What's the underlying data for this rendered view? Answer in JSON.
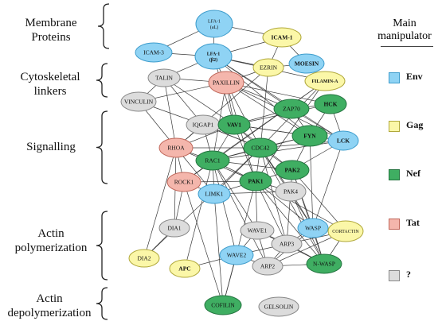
{
  "categories": [
    {
      "id": "membrane",
      "label": "Membrane\nProteins"
    },
    {
      "id": "cytoskeletal",
      "label": "Cytoskeletal\nlinkers"
    },
    {
      "id": "signalling",
      "label": "Signalling"
    },
    {
      "id": "actin_poly",
      "label": "Actin\npolymerization"
    },
    {
      "id": "actin_depoly",
      "label": "Actin\ndepolymerization"
    }
  ],
  "legend": {
    "title": "Main manipulator",
    "items": [
      {
        "id": "env",
        "label": "Env",
        "color": "#8fd3f4",
        "border": "#3d9ccc"
      },
      {
        "id": "gag",
        "label": "Gag",
        "color": "#fbf7a8",
        "border": "#b0a83a"
      },
      {
        "id": "nef",
        "label": "Nef",
        "color": "#3fae62",
        "border": "#23733f"
      },
      {
        "id": "tat",
        "label": "Tat",
        "color": "#f4b6ac",
        "border": "#c0675a"
      },
      {
        "id": "unknown",
        "label": "?",
        "color": "#dcdcdc",
        "border": "#888888"
      }
    ]
  },
  "nodes": [
    {
      "id": "LFA1aL",
      "label": "LFA-1\n(aL)",
      "type": "env",
      "bold": false
    },
    {
      "id": "ICAM1",
      "label": "ICAM-1",
      "type": "gag",
      "bold": true
    },
    {
      "id": "ICAM3",
      "label": "ICAM-3",
      "type": "env",
      "bold": false
    },
    {
      "id": "LFA1b2",
      "label": "LFA-1\n(β2)",
      "type": "env",
      "bold": true
    },
    {
      "id": "EZRIN",
      "label": "EZRIN",
      "type": "gag",
      "bold": false
    },
    {
      "id": "MOESIN",
      "label": "MOESIN",
      "type": "env",
      "bold": true
    },
    {
      "id": "TALIN",
      "label": "TALIN",
      "type": "unknown",
      "bold": false
    },
    {
      "id": "PAXILLIN",
      "label": "PAXILLIN",
      "type": "tat",
      "bold": false
    },
    {
      "id": "FILAMINA",
      "label": "FILAMIN-A",
      "type": "gag",
      "bold": true
    },
    {
      "id": "VINCULIN",
      "label": "VINCULIN",
      "type": "unknown",
      "bold": false
    },
    {
      "id": "ZAP70",
      "label": "ZAP70",
      "type": "nef",
      "bold": false
    },
    {
      "id": "HCK",
      "label": "HCK",
      "type": "nef",
      "bold": true
    },
    {
      "id": "IQGAP1",
      "label": "IQGAP1",
      "type": "unknown",
      "bold": false
    },
    {
      "id": "VAV1",
      "label": "VAV1",
      "type": "nef",
      "bold": true
    },
    {
      "id": "FYN",
      "label": "FYN",
      "type": "nef",
      "bold": true
    },
    {
      "id": "LCK",
      "label": "LCK",
      "type": "env",
      "bold": true
    },
    {
      "id": "RHOA",
      "label": "RHOA",
      "type": "tat",
      "bold": false
    },
    {
      "id": "CDC42",
      "label": "CDC42",
      "type": "nef",
      "bold": false
    },
    {
      "id": "RAC1",
      "label": "RAC1",
      "type": "nef",
      "bold": false
    },
    {
      "id": "PAK2",
      "label": "PAK2",
      "type": "nef",
      "bold": true
    },
    {
      "id": "ROCK1",
      "label": "ROCK1",
      "type": "tat",
      "bold": false
    },
    {
      "id": "PAK1",
      "label": "PAK1",
      "type": "nef",
      "bold": true
    },
    {
      "id": "LIMK1",
      "label": "LIMK1",
      "type": "env",
      "bold": false
    },
    {
      "id": "PAK4",
      "label": "PAK4",
      "type": "unknown",
      "bold": false
    },
    {
      "id": "DIA1",
      "label": "DIA1",
      "type": "unknown",
      "bold": false
    },
    {
      "id": "WAVE1",
      "label": "WAVE1",
      "type": "unknown",
      "bold": false
    },
    {
      "id": "WASP",
      "label": "WASP",
      "type": "env",
      "bold": false
    },
    {
      "id": "CORTACTIN",
      "label": "CORTACTIN",
      "type": "gag",
      "bold": false
    },
    {
      "id": "ARP3",
      "label": "ARP3",
      "type": "unknown",
      "bold": false
    },
    {
      "id": "DIA2",
      "label": "DIA2",
      "type": "gag",
      "bold": false
    },
    {
      "id": "APC",
      "label": "APC",
      "type": "gag",
      "bold": true
    },
    {
      "id": "WAVE2",
      "label": "WAVE2",
      "type": "env",
      "bold": false
    },
    {
      "id": "ARP2",
      "label": "ARP2",
      "type": "unknown",
      "bold": false
    },
    {
      "id": "NWASP",
      "label": "N-WASP",
      "type": "nef",
      "bold": false
    },
    {
      "id": "COFILIN",
      "label": "COFILIN",
      "type": "nef",
      "bold": false
    },
    {
      "id": "GELSOLIN",
      "label": "GELSOLIN",
      "type": "unknown",
      "bold": false
    }
  ],
  "edges": [
    [
      "LFA1aL",
      "ICAM1"
    ],
    [
      "LFA1aL",
      "ICAM3"
    ],
    [
      "LFA1aL",
      "LFA1b2"
    ],
    [
      "ICAM3",
      "LFA1b2"
    ],
    [
      "ICAM1",
      "LFA1b2"
    ],
    [
      "ICAM1",
      "EZRIN"
    ],
    [
      "ICAM1",
      "MOESIN"
    ],
    [
      "LFA1b2",
      "TALIN"
    ],
    [
      "LFA1b2",
      "PAXILLIN"
    ],
    [
      "LFA1b2",
      "EZRIN"
    ],
    [
      "LFA1b2",
      "FILAMINA"
    ],
    [
      "LFA1b2",
      "VAV1"
    ],
    [
      "LFA1b2",
      "ZAP70"
    ],
    [
      "LFA1b2",
      "LCK"
    ],
    [
      "LFA1b2",
      "FYN"
    ],
    [
      "EZRIN",
      "MOESIN"
    ],
    [
      "EZRIN",
      "PAXILLIN"
    ],
    [
      "EZRIN",
      "CDC42"
    ],
    [
      "EZRIN",
      "RHOA"
    ],
    [
      "TALIN",
      "PAXILLIN"
    ],
    [
      "TALIN",
      "VINCULIN"
    ],
    [
      "TALIN",
      "RHOA"
    ],
    [
      "TALIN",
      "VAV1"
    ],
    [
      "TALIN",
      "IQGAP1"
    ],
    [
      "PAXILLIN",
      "VINCULIN"
    ],
    [
      "PAXILLIN",
      "FYN"
    ],
    [
      "PAXILLIN",
      "ZAP70"
    ],
    [
      "PAXILLIN",
      "HCK"
    ],
    [
      "PAXILLIN",
      "CDC42"
    ],
    [
      "PAXILLIN",
      "RAC1"
    ],
    [
      "PAXILLIN",
      "PAK1"
    ],
    [
      "PAXILLIN",
      "LCK"
    ],
    [
      "PAXILLIN",
      "VAV1"
    ],
    [
      "FILAMINA",
      "RAC1"
    ],
    [
      "FILAMINA",
      "CDC42"
    ],
    [
      "FILAMINA",
      "ROCK1"
    ],
    [
      "FILAMINA",
      "PAK1"
    ],
    [
      "VINCULIN",
      "RHOA"
    ],
    [
      "VINCULIN",
      "IQGAP1"
    ],
    [
      "ZAP70",
      "VAV1"
    ],
    [
      "ZAP70",
      "LCK"
    ],
    [
      "ZAP70",
      "FYN"
    ],
    [
      "ZAP70",
      "HCK"
    ],
    [
      "HCK",
      "FYN"
    ],
    [
      "HCK",
      "LCK"
    ],
    [
      "HCK",
      "VAV1"
    ],
    [
      "IQGAP1",
      "CDC42"
    ],
    [
      "IQGAP1",
      "RAC1"
    ],
    [
      "IQGAP1",
      "VAV1"
    ],
    [
      "IQGAP1",
      "RHOA"
    ],
    [
      "VAV1",
      "CDC42"
    ],
    [
      "VAV1",
      "RAC1"
    ],
    [
      "VAV1",
      "RHOA"
    ],
    [
      "VAV1",
      "FYN"
    ],
    [
      "VAV1",
      "LCK"
    ],
    [
      "VAV1",
      "PAK1"
    ],
    [
      "VAV1",
      "PAK2"
    ],
    [
      "FYN",
      "LCK"
    ],
    [
      "FYN",
      "CDC42"
    ],
    [
      "FYN",
      "PAK2"
    ],
    [
      "FYN",
      "WASP"
    ],
    [
      "FYN",
      "RAC1"
    ],
    [
      "LCK",
      "PAK2"
    ],
    [
      "LCK",
      "CDC42"
    ],
    [
      "LCK",
      "RAC1"
    ],
    [
      "LCK",
      "WASP"
    ],
    [
      "RHOA",
      "ROCK1"
    ],
    [
      "RHOA",
      "RAC1"
    ],
    [
      "RHOA",
      "CDC42"
    ],
    [
      "RHOA",
      "DIA1"
    ],
    [
      "RHOA",
      "DIA2"
    ],
    [
      "RHOA",
      "LIMK1"
    ],
    [
      "RHOA",
      "PAK1"
    ],
    [
      "CDC42",
      "RAC1"
    ],
    [
      "CDC42",
      "PAK1"
    ],
    [
      "CDC42",
      "PAK2"
    ],
    [
      "CDC42",
      "PAK4"
    ],
    [
      "CDC42",
      "WASP"
    ],
    [
      "CDC42",
      "NWASP"
    ],
    [
      "CDC42",
      "IQGAP1"
    ],
    [
      "CDC42",
      "DIA2"
    ],
    [
      "CDC42",
      "LIMK1"
    ],
    [
      "CDC42",
      "ARP3"
    ],
    [
      "RAC1",
      "PAK1"
    ],
    [
      "RAC1",
      "PAK2"
    ],
    [
      "RAC1",
      "ROCK1"
    ],
    [
      "RAC1",
      "WAVE1"
    ],
    [
      "RAC1",
      "WAVE2"
    ],
    [
      "RAC1",
      "LIMK1"
    ],
    [
      "RAC1",
      "APC"
    ],
    [
      "RAC1",
      "ARP2"
    ],
    [
      "PAK2",
      "PAK1"
    ],
    [
      "PAK2",
      "PAK4"
    ],
    [
      "PAK2",
      "WASP"
    ],
    [
      "PAK2",
      "CORTACTIN"
    ],
    [
      "PAK2",
      "NWASP"
    ],
    [
      "ROCK1",
      "LIMK1"
    ],
    [
      "ROCK1",
      "DIA1"
    ],
    [
      "ROCK1",
      "PAK1"
    ],
    [
      "ROCK1",
      "COFILIN"
    ],
    [
      "PAK1",
      "LIMK1"
    ],
    [
      "PAK1",
      "PAK4"
    ],
    [
      "PAK1",
      "WAVE1"
    ],
    [
      "PAK1",
      "WASP"
    ],
    [
      "PAK1",
      "CORTACTIN"
    ],
    [
      "PAK1",
      "NWASP"
    ],
    [
      "PAK1",
      "ARP3"
    ],
    [
      "PAK1",
      "COFILIN"
    ],
    [
      "LIMK1",
      "COFILIN"
    ],
    [
      "LIMK1",
      "PAK4"
    ],
    [
      "PAK4",
      "WASP"
    ],
    [
      "PAK4",
      "NWASP"
    ],
    [
      "PAK4",
      "ARP3"
    ],
    [
      "DIA1",
      "DIA2"
    ],
    [
      "WAVE1",
      "ARP3"
    ],
    [
      "WAVE1",
      "ARP2"
    ],
    [
      "WAVE1",
      "WAVE2"
    ],
    [
      "WAVE1",
      "NWASP"
    ],
    [
      "WASP",
      "ARP3"
    ],
    [
      "WASP",
      "ARP2"
    ],
    [
      "WASP",
      "CORTACTIN"
    ],
    [
      "WASP",
      "NWASP"
    ],
    [
      "CORTACTIN",
      "ARP3"
    ],
    [
      "CORTACTIN",
      "NWASP"
    ],
    [
      "CORTACTIN",
      "ARP2"
    ],
    [
      "ARP3",
      "ARP2"
    ],
    [
      "ARP3",
      "NWASP"
    ],
    [
      "ARP3",
      "WAVE2"
    ],
    [
      "WAVE2",
      "ARP2"
    ],
    [
      "ARP2",
      "NWASP"
    ],
    [
      "APC",
      "WAVE2"
    ],
    [
      "COFILIN",
      "WAVE2"
    ]
  ]
}
